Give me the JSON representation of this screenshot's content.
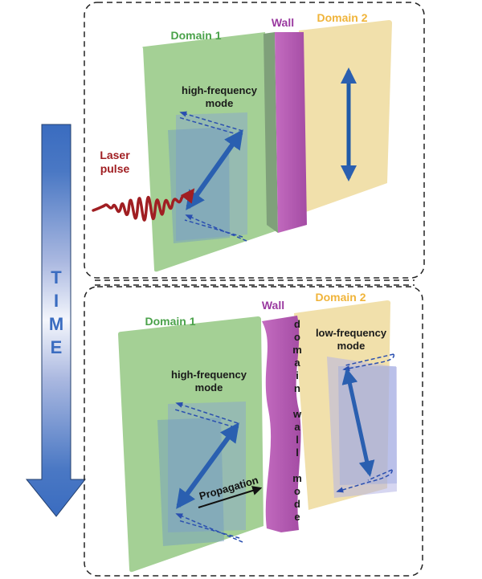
{
  "colors": {
    "domain1": "#9ccc8c",
    "domain1_label": "#4aa24a",
    "wall": "#b45cb0",
    "wall_label": "#9a3aa0",
    "domain2": "#f0dea6",
    "domain2_label": "#f0b43a",
    "mode_arrow": "#2a5fb0",
    "laser": "#a01e22",
    "time_arrow": "#3a6cc0",
    "text_dark": "#1a1a1a"
  },
  "time_arrow": {
    "label_letters": [
      "T",
      "I",
      "M",
      "E"
    ]
  },
  "panels": [
    {
      "id": "before",
      "domain1_label": "Domain 1",
      "wall_label": "Wall",
      "domain2_label": "Domain 2",
      "domain1_mode_label": [
        "high-frequency",
        "mode"
      ],
      "laser_label": [
        "Laser",
        "pulse"
      ]
    },
    {
      "id": "after",
      "domain1_label": "Domain 1",
      "wall_label": "Wall",
      "domain2_label": "Domain 2",
      "domain1_mode_label": [
        "high-frequency",
        "mode"
      ],
      "domain2_mode_label": [
        "low-frequency",
        "mode"
      ],
      "wall_mode_letters": [
        "d",
        "o",
        "m",
        "a",
        "i",
        "n",
        "",
        "w",
        "a",
        "l",
        "l",
        "",
        "m",
        "o",
        "d",
        "e"
      ],
      "propagation_label": "Propagation"
    }
  ]
}
